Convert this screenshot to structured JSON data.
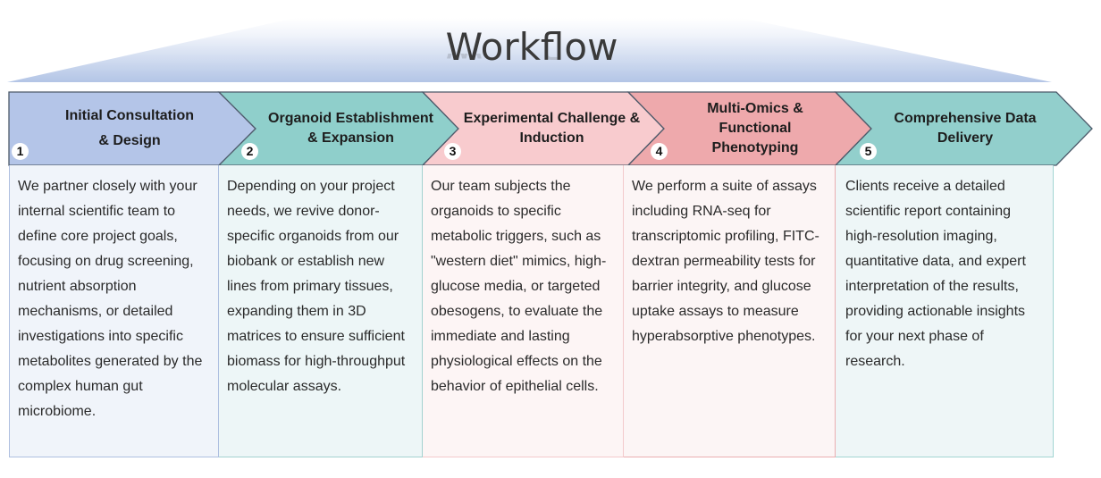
{
  "title": "Workflow",
  "colors": {
    "banner_top": "#ffffff",
    "banner_bottom": "#b3c5e6",
    "step1": "#b4c5e8",
    "step2": "#8fcfcb",
    "step3": "#f8cbce",
    "step4": "#eea9ac",
    "step5": "#92cfcc",
    "outline": "#4d5a6a"
  },
  "steps": [
    {
      "number": "1",
      "title_lines": [
        "Initial Consultation",
        "& Design"
      ],
      "title": "Initial Consultation & Design",
      "description": "We partner closely with your internal scientific team to define core project goals, focusing on drug screening, nutrient absorption mechanisms, or detailed investigations into specific metabolites generated by the complex human gut microbiome."
    },
    {
      "number": "2",
      "title": "Organoid Establishment & Expansion",
      "description": "Depending on your project needs, we revive donor-specific organoids from our biobank or establish new lines from primary tissues, expanding them in 3D matrices to ensure sufficient biomass for high-throughput molecular assays."
    },
    {
      "number": "3",
      "title": "Experimental Challenge & Induction",
      "description": "Our team subjects the organoids to specific metabolic triggers, such as \"western diet\" mimics, high-glucose media, or targeted obesogens, to evaluate the immediate and lasting physiological effects on the behavior of epithelial cells."
    },
    {
      "number": "4",
      "title": "Multi-Omics & Functional Phenotyping",
      "description": "We perform a suite of assays including RNA-seq for transcriptomic profiling, FITC-dextran permeability tests for barrier integrity, and glucose uptake assays to measure hyperabsorptive phenotypes."
    },
    {
      "number": "5",
      "title": "Comprehensive Data Delivery",
      "description": "Clients receive a detailed scientific report containing high-resolution imaging, quantitative data, and expert interpretation of the results, providing actionable insights for your next phase of research."
    }
  ]
}
